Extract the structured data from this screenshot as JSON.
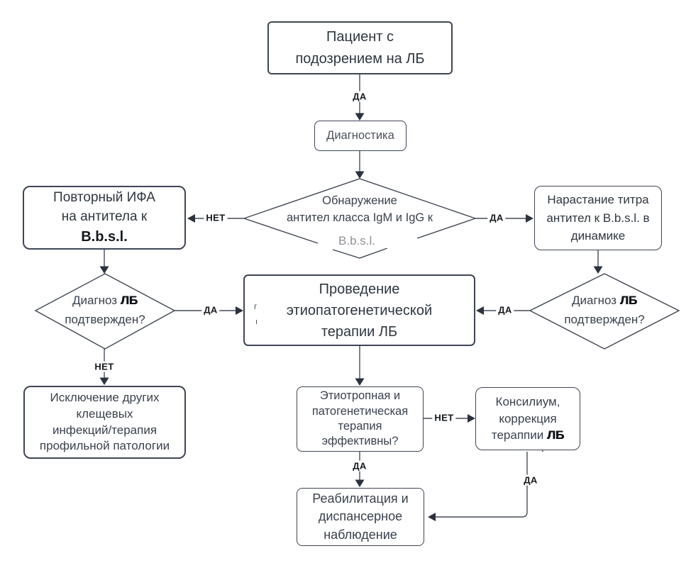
{
  "colors": {
    "stroke": "#3f4554",
    "arrow_fill": "#2c323d",
    "text": "#2f3640",
    "muted_text": "#8e9196",
    "label_text": "#15181d",
    "background": "#ffffff"
  },
  "nodes": {
    "patient": {
      "lines": [
        "Пациент с",
        "подозрением на ЛБ"
      ]
    },
    "diagnostics": {
      "label": "Диагностика"
    },
    "detection_decision": {
      "lines": [
        "Обнаружение",
        "антител класса IgM и IgG к"
      ],
      "organism": "B.b.s.l."
    },
    "repeat_elisa": {
      "lines": [
        "Повторный ИФА",
        "на антитела к"
      ],
      "organism": "B.b.s.l."
    },
    "titer_rise": {
      "lines": [
        "Нарастание титра",
        "антител к B.b.s.l. в",
        "динамике"
      ]
    },
    "left_confirmed": {
      "prefix": "Диагноз",
      "bold": "ЛБ",
      "line2": "подтвержден?"
    },
    "right_confirmed": {
      "prefix": "Диагноз",
      "bold": "ЛБ",
      "line2": "подтвержден?"
    },
    "therapy_main": {
      "lines": [
        "Проведение",
        "этиопатогенетической",
        "терапии ЛБ"
      ]
    },
    "exclusion": {
      "lines": [
        "Исключение других",
        "клещевых",
        "инфекций/терапия",
        "профильной патологии"
      ]
    },
    "therapy_effective": {
      "lines": [
        "Этиотропная и",
        "патогенетическая",
        "терапия",
        "эффективны?"
      ]
    },
    "consilium": {
      "lines": [
        "Консилиум,",
        "коррекция"
      ],
      "line3_prefix": "тераппии",
      "bold": "ЛБ"
    },
    "rehab": {
      "lines": [
        "Реабилитация и",
        "диспансерное",
        "наблюдение"
      ]
    }
  },
  "edge_labels": {
    "yes_top": "ДА",
    "no_detection": "НЕТ",
    "yes_detection": "ДА",
    "yes_left": "ДА",
    "yes_right": "ДА",
    "no_left": "НЕТ",
    "no_effective": "НЕТ",
    "yes_effective": "ДА",
    "yes_consilium": "ДА"
  },
  "artifacts": {
    "glyph_r": "г",
    "glyph_i": "ı",
    "dot": "."
  }
}
